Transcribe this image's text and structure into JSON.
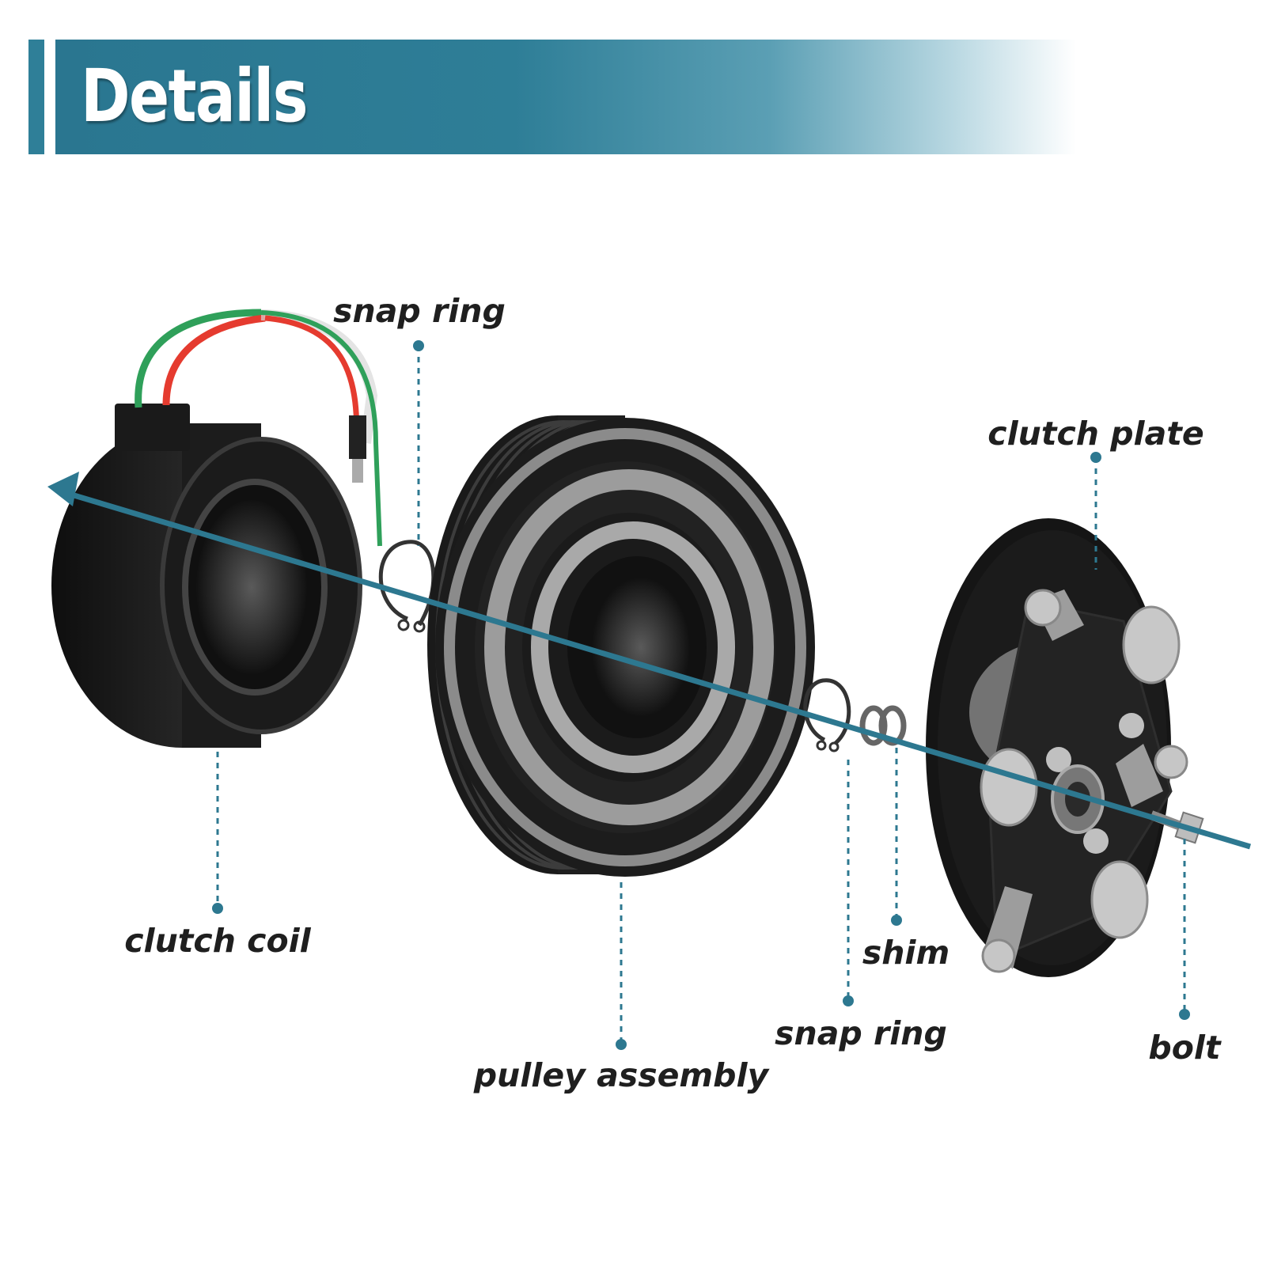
{
  "header": {
    "title": "Details"
  },
  "labels": {
    "snap_ring_top": "snap ring",
    "clutch_plate": "clutch plate",
    "clutch_coil": "clutch coil",
    "shim": "shim",
    "snap_ring_bottom": "snap ring",
    "bolt": "bolt",
    "pulley_assembly": "pulley assembly"
  },
  "colors": {
    "accent": "#2d7890",
    "wire_green": "#2fa05a",
    "wire_red": "#e53b2f",
    "rubber_black": "#1b1b1b",
    "metal_silver": "#b7b7b7"
  },
  "icons": {
    "axis_arrow": "arrow-left-icon"
  }
}
